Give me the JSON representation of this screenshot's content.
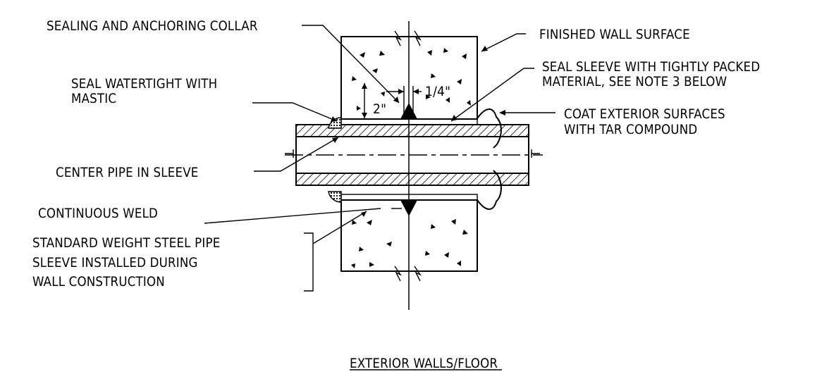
{
  "labels": {
    "sealing_collar": "SEALING AND ANCHORING COLLAR",
    "finished_wall": "FINISHED WALL SURFACE",
    "seal_watertight_1": "SEAL WATERTIGHT WITH",
    "seal_watertight_2": "MASTIC",
    "seal_sleeve_1": "SEAL SLEEVE WITH TIGHTLY PACKED",
    "seal_sleeve_2": "MATERIAL, SEE NOTE 3 BELOW",
    "coat_exterior_1": "COAT EXTERIOR SURFACES",
    "coat_exterior_2": "WITH TAR COMPOUND",
    "center_pipe": "CENTER PIPE IN SLEEVE",
    "continuous_weld": "CONTINUOUS WELD",
    "std_weight_1": "STANDARD WEIGHT STEEL PIPE",
    "std_weight_2": "SLEEVE INSTALLED DURING",
    "std_weight_3": "WALL CONSTRUCTION",
    "dim_quarter": "1/4\"",
    "dim_two": "2\""
  },
  "title": "EXTERIOR WALLS/FLOOR"
}
